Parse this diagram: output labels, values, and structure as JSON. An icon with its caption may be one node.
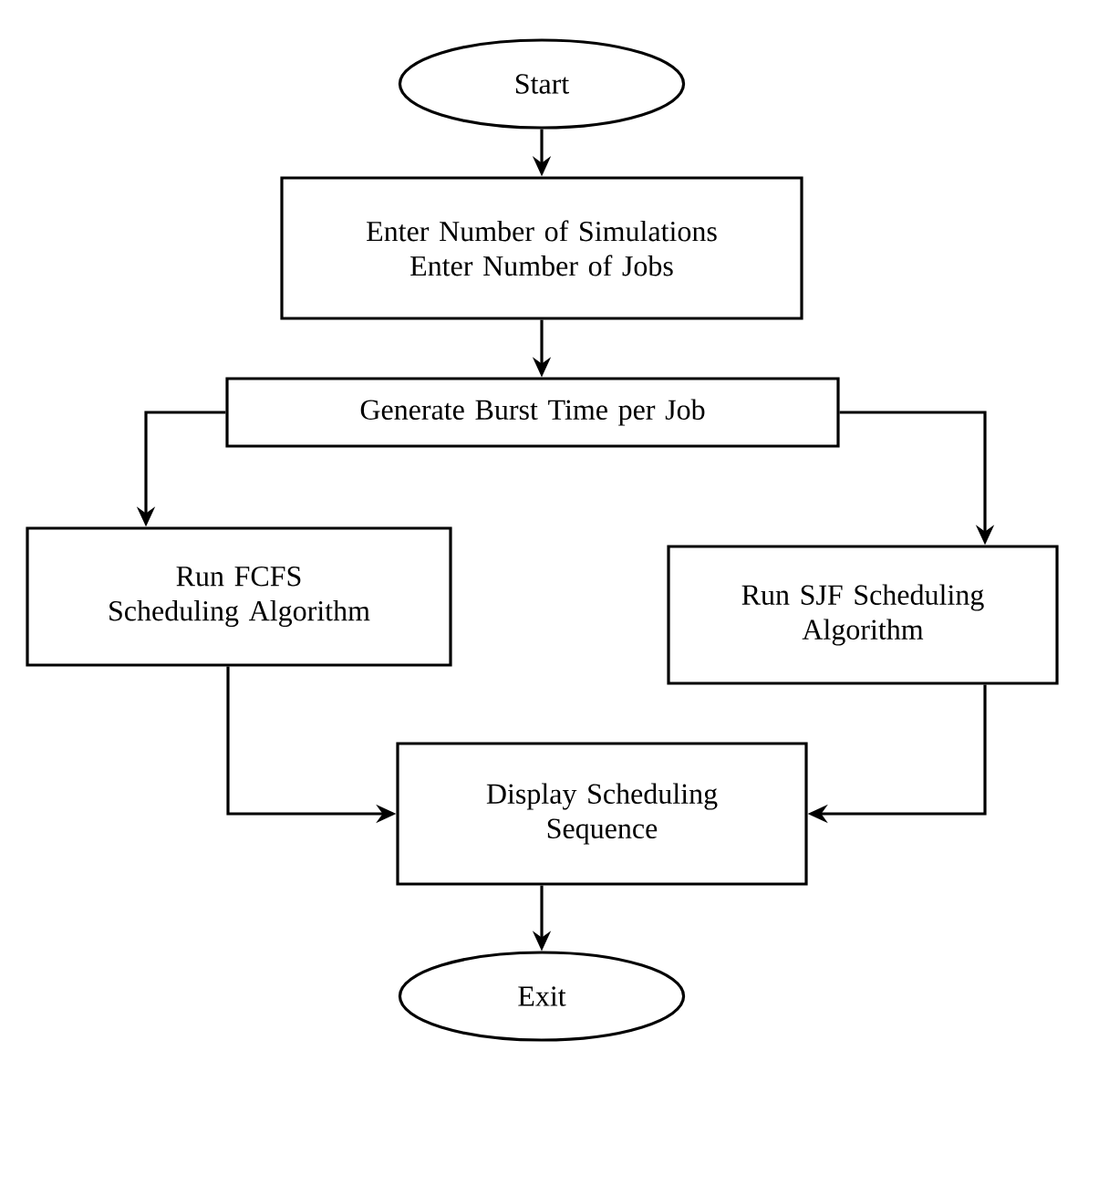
{
  "diagram": {
    "nodes": [
      {
        "text": [
          "Start"
        ]
      },
      {
        "text": [
          "Enter Number of Simulations Enter Number of Jobs"
        ]
      },
      {
        "text": [
          "Generate Burst Time per Job"
        ]
      },
      {
        "text": [
          "Run FCFS Scheduling Algorithm"
        ]
      },
      {
        "text": [
          "Run SJF Scheduling Algorithm"
        ]
      },
      {
        "text": [
          "Display Scheduling Sequence"
        ]
      },
      {
        "text": [
          "Exit"
        ]
      }
    ],
    "edges": [
      {
        "from": 0,
        "to": 1,
        "arrow": "to"
      },
      {
        "from": 1,
        "to": 2,
        "arrow": "to"
      },
      {
        "from": 2,
        "to": 3,
        "arrow": "to"
      },
      {
        "from": 2,
        "to": 4,
        "arrow": "to"
      },
      {
        "from": 3,
        "to": 5,
        "arrow": "to"
      },
      {
        "from": 4,
        "to": 5,
        "arrow": "to"
      },
      {
        "from": 5,
        "to": 6,
        "arrow": "to"
      }
    ]
  }
}
